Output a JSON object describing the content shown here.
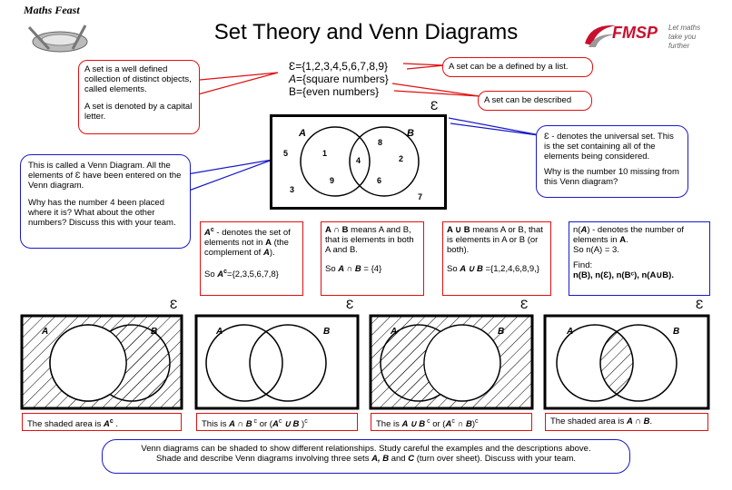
{
  "logo": {
    "brand": "Maths Feast",
    "fmsp": "FMSP",
    "tagline_1": "Let maths",
    "tagline_2": "take you further"
  },
  "title": "Set Theory and Venn Diagrams",
  "set_definitions": {
    "universal": "Ɛ={1,2,3,4,5,6,7,8,9}",
    "a_prefix": "A",
    "a_rest": "={square numbers}",
    "b": "B={even numbers}"
  },
  "bubbles": {
    "set_def_1": "A set is a well defined collection of distinct objects, called elements.",
    "set_def_2": "A set is denoted by a capital letter.",
    "defined_by_list": "A set can be a defined by a list.",
    "described": "A set can be described",
    "universal_1": "Ɛ - denotes the universal set. This is the set containing all of the elements being considered.",
    "universal_2": "Why is the number 10 missing from this Venn diagram?",
    "venn_1": "This is called a Venn Diagram. All the elements of Ɛ have been entered on the Venn  diagram.",
    "venn_2": "Why has the number 4 been placed where it is? What about the other numbers? Discuss this with your team."
  },
  "main_venn": {
    "epsilon": "Ɛ",
    "label_a": "A",
    "label_b": "B",
    "numbers": {
      "n1": "1",
      "n2": "2",
      "n3": "3",
      "n4": "4",
      "n5": "5",
      "n6": "6",
      "n7": "7",
      "n8": "8",
      "n9": "9"
    }
  },
  "notation_boxes": {
    "complement": {
      "sym": "A",
      "sup": "c",
      "text": " - denotes the set of elements not in ",
      "text_a": "A",
      "text_rest": " (the complement of ",
      "text_a2": "A",
      "text_end": ").",
      "example_prefix": "So  ",
      "example_sym": "A",
      "example_sup": "c",
      "example_val": "={2,3,5,6,7,8}"
    },
    "intersection": {
      "sym": "A ∩ B",
      "text": " means A and B, that is elements in both A and B.",
      "example_prefix": "So ",
      "example_sym": "A ∩ B",
      "example_val": " = {4}"
    },
    "union": {
      "sym": "A ∪ B",
      "text": " means A or B, that is elements in A or B (or both).",
      "example_prefix": "So ",
      "example_sym": "A ∪ B",
      "example_val": " ={1,2,4,6,8,9,}"
    },
    "count": {
      "line1_a": "n(",
      "line1_sym": "A",
      "line1_b": ") - denotes the number of elements in ",
      "line1_sym2": "A",
      "line1_end": ".",
      "line2": "So n(A) = 3.",
      "line3": "Find:",
      "line4": "n(B), n(Ɛ), n(Bᶜ), n(A∪B)."
    }
  },
  "shaded_diagrams": [
    {
      "epsilon": "Ɛ",
      "label_a": "A",
      "label_b": "B",
      "caption_prefix": "The shaded area is ",
      "caption_sym": "A",
      "caption_sup": "c",
      "caption_end": " ."
    },
    {
      "epsilon": "Ɛ",
      "label_a": "A",
      "label_b": "B",
      "caption_prefix": "This is ",
      "caption_sym": "A ∩ B",
      "caption_sup": " c",
      "caption_mid": " or (",
      "caption_sym2": "A",
      "caption_sup2": "c",
      "caption_sym3": " ∪ B",
      "caption_end": " )",
      "caption_sup3": "c"
    },
    {
      "epsilon": "Ɛ",
      "label_a": "A",
      "label_b": "B",
      "caption_prefix": "The is ",
      "caption_sym": "A ∪ B",
      "caption_sup": " c",
      "caption_mid": " or (",
      "caption_sym2": "A",
      "caption_sup2": "c",
      "caption_sym3": " ∩ B",
      "caption_end": ")",
      "caption_sup3": "c"
    },
    {
      "epsilon": "Ɛ",
      "label_a": "A",
      "label_b": "B",
      "caption_prefix": "The shaded area is ",
      "caption_sym": "A ∩ B",
      "caption_end": "."
    }
  ],
  "footer": {
    "line1": "Venn diagrams can be shaded to show different relationships. Study careful the examples and the descriptions above.",
    "line2_a": "Shade and describe Venn diagrams involving three sets ",
    "line2_sets": "A, B",
    "line2_and": " and ",
    "line2_c": "C",
    "line2_end": " (turn over sheet). Discuss with your team."
  },
  "colors": {
    "red": "#e01010",
    "blue": "#1a1ac8",
    "fmsp_red": "#c8102e"
  }
}
